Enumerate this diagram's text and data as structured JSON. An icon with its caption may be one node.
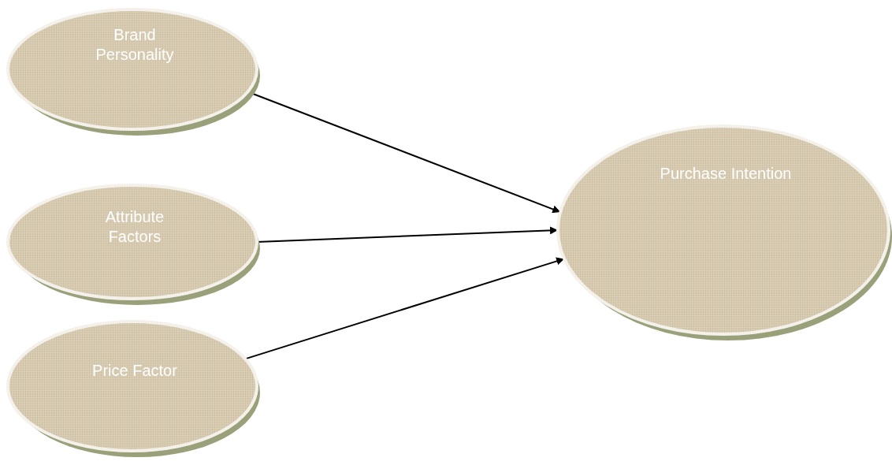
{
  "diagram": {
    "nodes": [
      {
        "text": [
          "Brand Personality"
        ]
      },
      {
        "text": [
          "Attribute Factors"
        ]
      },
      {
        "text": [
          "Price Factor"
        ]
      },
      {
        "text": [
          "Purchase Intention"
        ]
      }
    ],
    "edges": [
      {
        "from": 0,
        "to": 3,
        "arrow": "to"
      },
      {
        "from": 1,
        "to": 3,
        "arrow": "to"
      },
      {
        "from": 2,
        "to": 3,
        "arrow": "to"
      }
    ]
  }
}
